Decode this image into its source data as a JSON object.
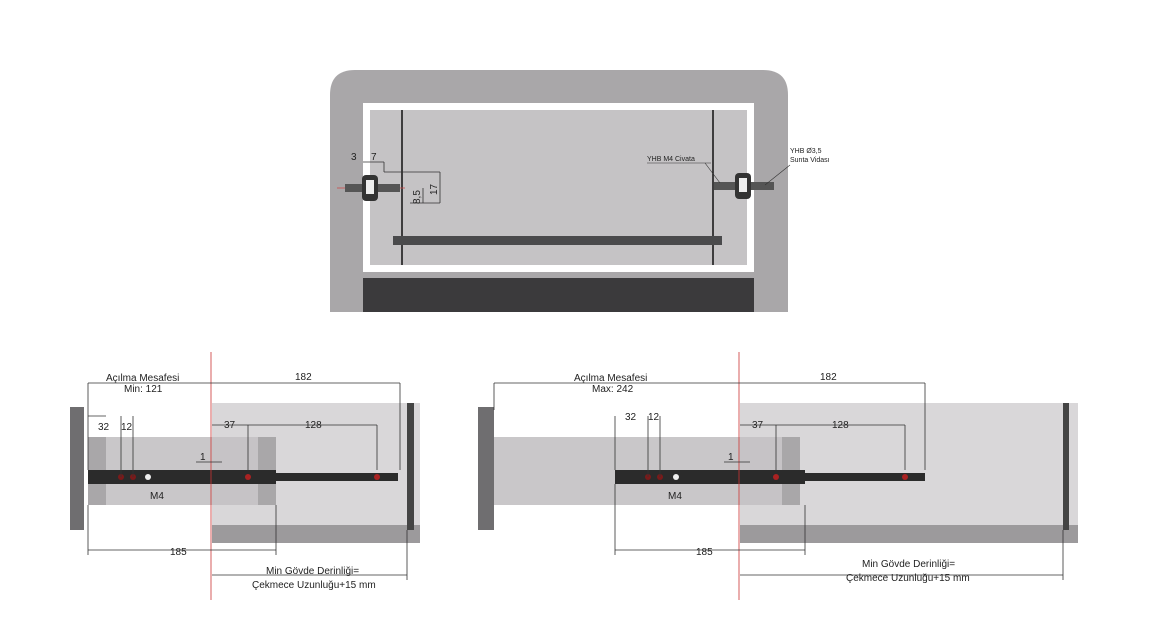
{
  "top_view": {
    "dim_3": "3",
    "dim_7": "7",
    "dim_8_5": "8,5",
    "dim_17": "17",
    "bolt_label": "YHB M4 Civata",
    "screw_label_1": "YHB  Ø3,5",
    "screw_label_2": "Sunta Vidası"
  },
  "left_view": {
    "opening_label": "Açılma Mesafesi",
    "opening_value": "Min: 121",
    "dim_182": "182",
    "dim_32": "32",
    "dim_12": "12",
    "dim_37": "37",
    "dim_128": "128",
    "dim_1": "1",
    "m4": "M4",
    "dim_185": "185",
    "depth_label_1": "Min Gövde Derinliği=",
    "depth_label_2": "Çekmece Uzunluğu+15 mm"
  },
  "right_view": {
    "opening_label": "Açılma Mesafesi",
    "opening_value": "Max: 242",
    "dim_182": "182",
    "dim_32": "32",
    "dim_12": "12",
    "dim_37": "37",
    "dim_128": "128",
    "dim_1": "1",
    "m4": "M4",
    "dim_185": "185",
    "depth_label_1": "Min Gövde Derinliği=",
    "depth_label_2": "Çekmece Uzunluğu+15 mm"
  }
}
